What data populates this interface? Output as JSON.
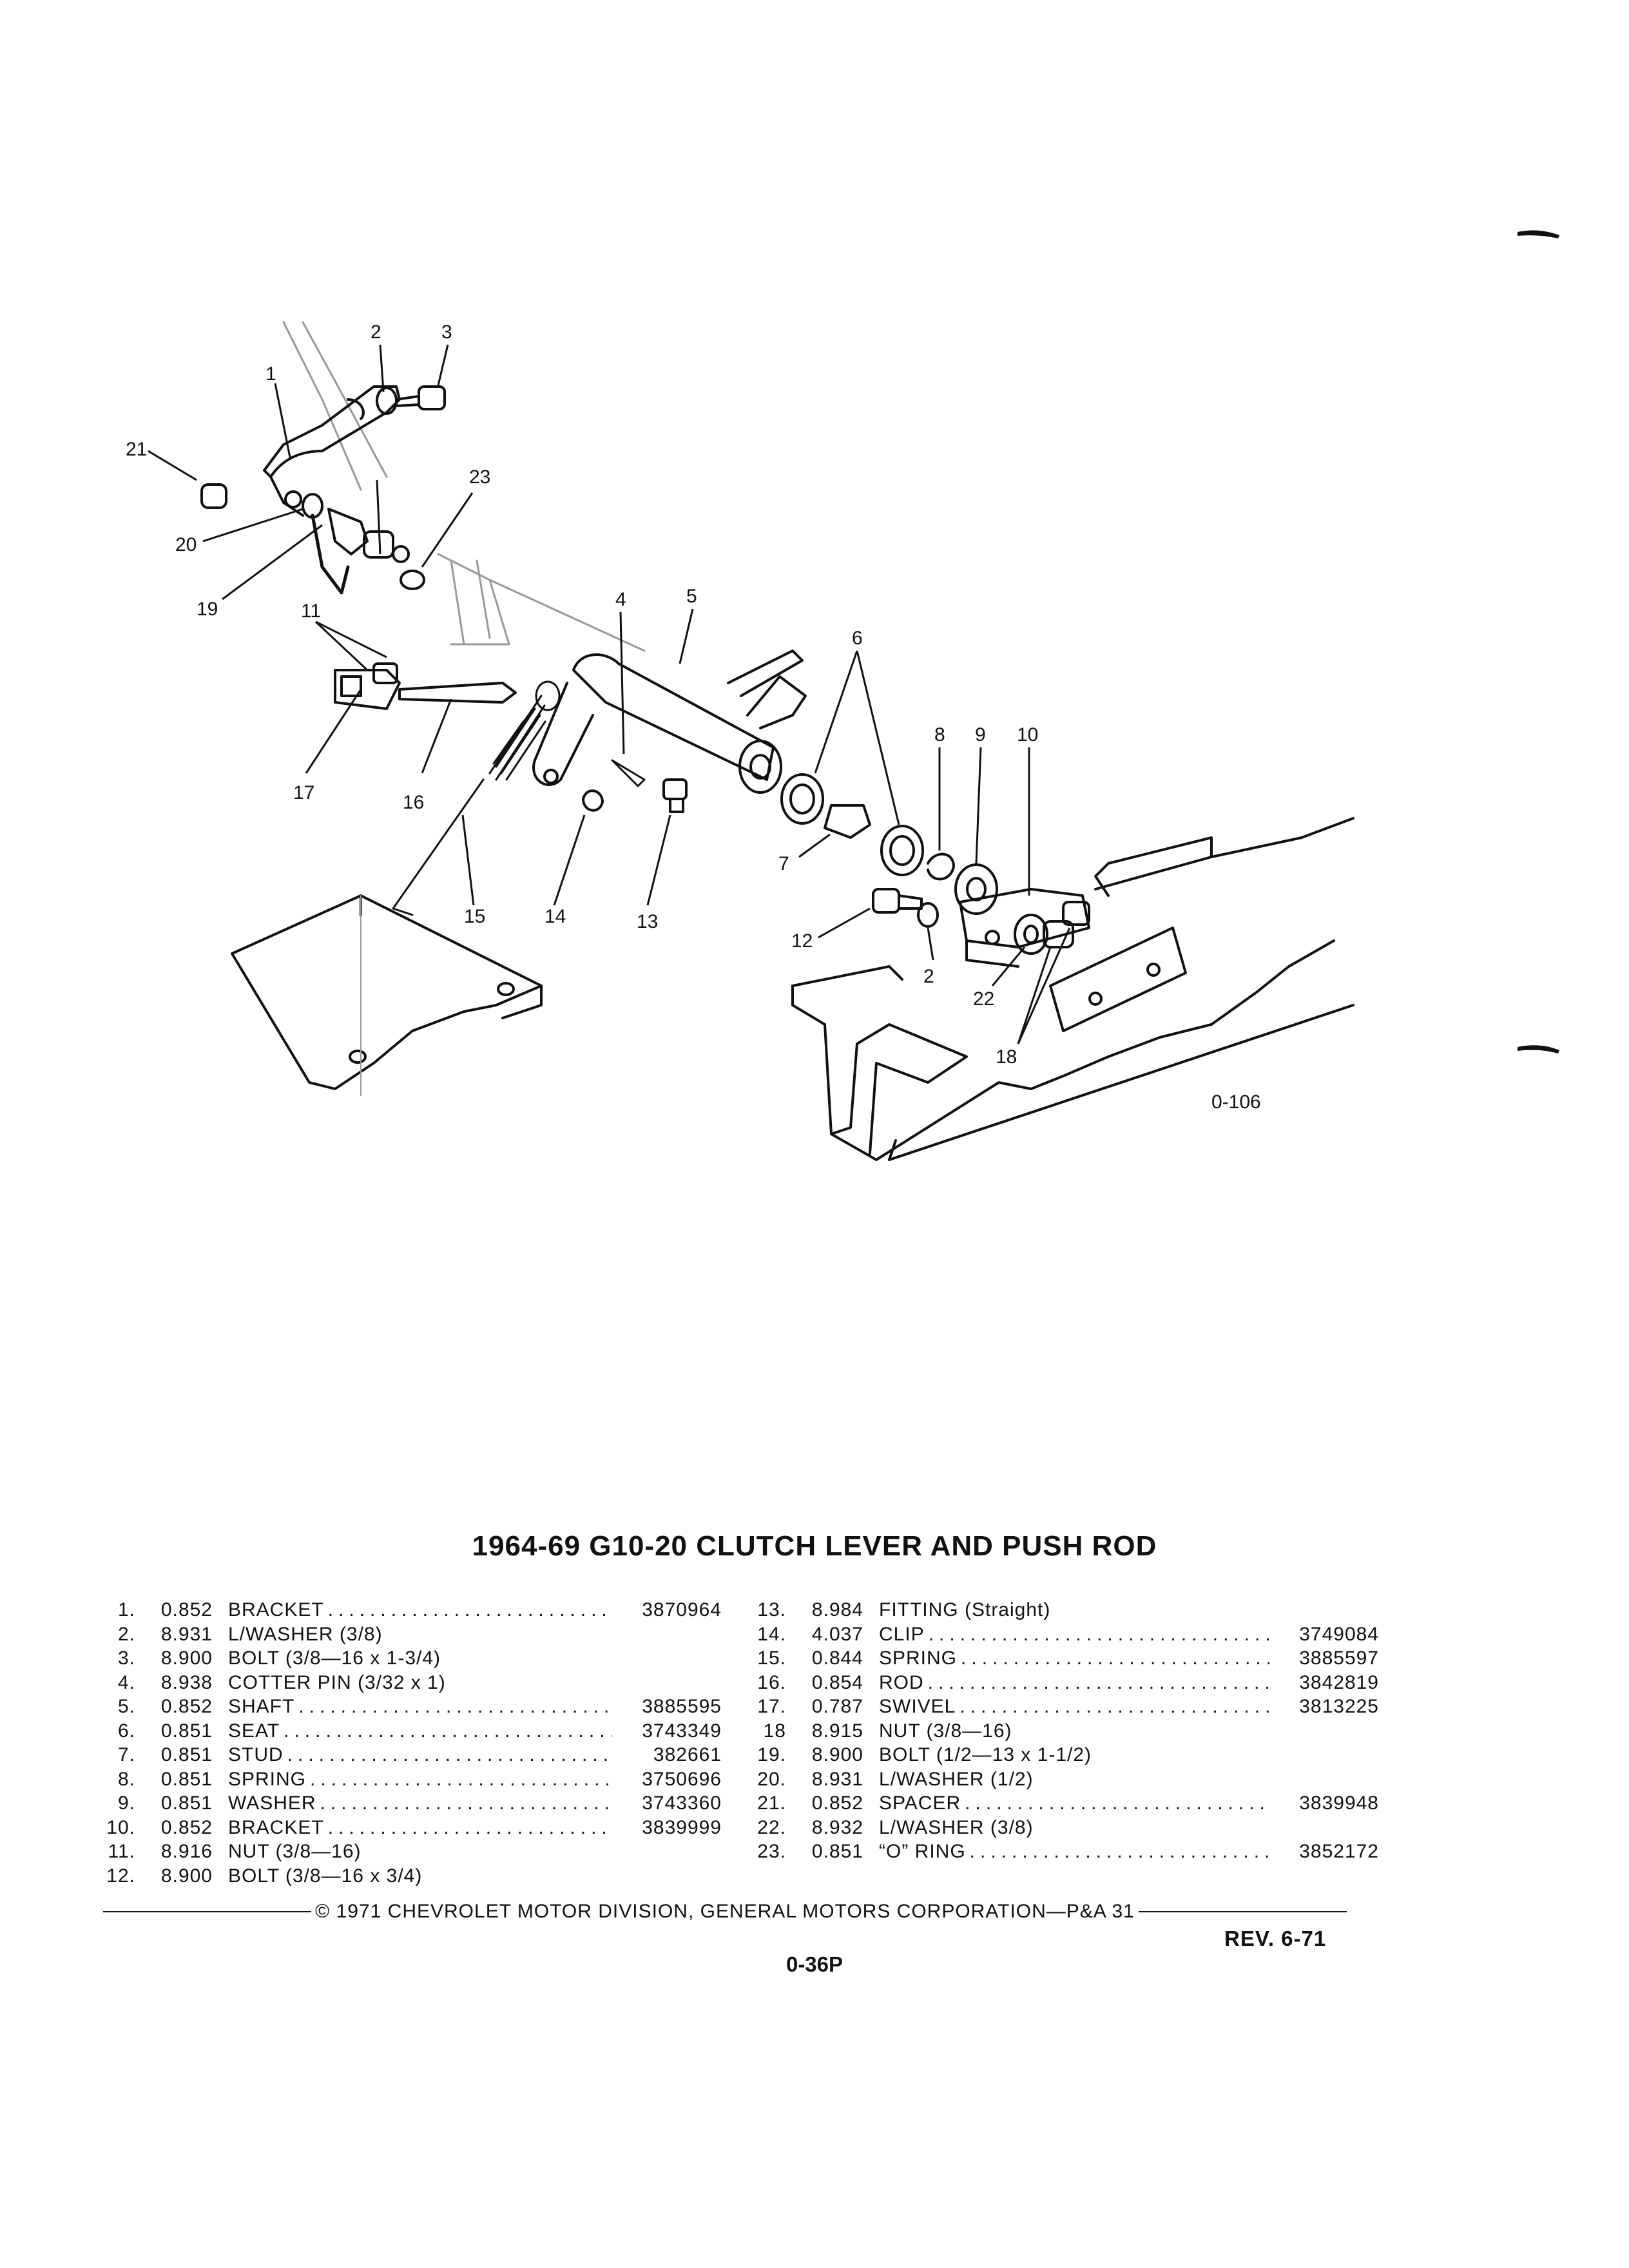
{
  "diagram": {
    "figure_code": "0-106",
    "callouts": [
      "1",
      "2",
      "3",
      "4",
      "5",
      "6",
      "7",
      "8",
      "9",
      "10",
      "11",
      "12",
      "13",
      "14",
      "15",
      "16",
      "17",
      "18",
      "19",
      "20",
      "21",
      "22",
      "23",
      "2",
      "18"
    ]
  },
  "title": "1964-69 G10-20 CLUTCH LEVER AND PUSH ROD",
  "parts_left": [
    {
      "num": "1.",
      "code": "0.852",
      "label": "BRACKET",
      "dots": true,
      "part": "3870964"
    },
    {
      "num": "2.",
      "code": "8.931",
      "label": "L/WASHER (3/8)",
      "dots": false,
      "part": ""
    },
    {
      "num": "3.",
      "code": "8.900",
      "label": "BOLT (3/8—16 x 1-3/4)",
      "dots": false,
      "part": ""
    },
    {
      "num": "4.",
      "code": "8.938",
      "label": "COTTER PIN (3/32 x 1)",
      "dots": false,
      "part": ""
    },
    {
      "num": "5.",
      "code": "0.852",
      "label": "SHAFT",
      "dots": true,
      "part": "3885595"
    },
    {
      "num": "6.",
      "code": "0.851",
      "label": "SEAT",
      "dots": true,
      "part": "3743349"
    },
    {
      "num": "7.",
      "code": "0.851",
      "label": "STUD",
      "dots": true,
      "part": "382661"
    },
    {
      "num": "8.",
      "code": "0.851",
      "label": "SPRING",
      "dots": true,
      "part": "3750696"
    },
    {
      "num": "9.",
      "code": "0.851",
      "label": "WASHER",
      "dots": true,
      "part": "3743360"
    },
    {
      "num": "10.",
      "code": "0.852",
      "label": "BRACKET",
      "dots": true,
      "part": "3839999"
    },
    {
      "num": "11.",
      "code": "8.916",
      "label": "NUT (3/8—16)",
      "dots": false,
      "part": ""
    },
    {
      "num": "12.",
      "code": "8.900",
      "label": "BOLT (3/8—16 x 3/4)",
      "dots": false,
      "part": ""
    }
  ],
  "parts_right": [
    {
      "num": "13.",
      "code": "8.984",
      "label": "FITTING (Straight)",
      "dots": false,
      "part": ""
    },
    {
      "num": "14.",
      "code": "4.037",
      "label": "CLIP",
      "dots": true,
      "part": "3749084"
    },
    {
      "num": "15.",
      "code": "0.844",
      "label": "SPRING",
      "dots": true,
      "part": "3885597"
    },
    {
      "num": "16.",
      "code": "0.854",
      "label": "ROD",
      "dots": true,
      "part": "3842819"
    },
    {
      "num": "17.",
      "code": "0.787",
      "label": "SWIVEL",
      "dots": true,
      "part": "3813225"
    },
    {
      "num": "18",
      "code": "8.915",
      "label": "NUT (3/8—16)",
      "dots": false,
      "part": ""
    },
    {
      "num": "19.",
      "code": "8.900",
      "label": "BOLT (1/2—13 x 1-1/2)",
      "dots": false,
      "part": ""
    },
    {
      "num": "20.",
      "code": "8.931",
      "label": "L/WASHER (1/2)",
      "dots": false,
      "part": ""
    },
    {
      "num": "21.",
      "code": "0.852",
      "label": "SPACER",
      "dots": true,
      "part": "3839948"
    },
    {
      "num": "22.",
      "code": "8.932",
      "label": "L/WASHER (3/8)",
      "dots": false,
      "part": ""
    },
    {
      "num": "23.",
      "code": "0.851",
      "label": "“O” RING",
      "dots": true,
      "part": "3852172"
    }
  ],
  "footer": {
    "copyright": "© 1971 CHEVROLET MOTOR DIVISION, GENERAL MOTORS CORPORATION—P&A 31",
    "revision": "REV. 6-71",
    "page_number": "0-36P"
  }
}
